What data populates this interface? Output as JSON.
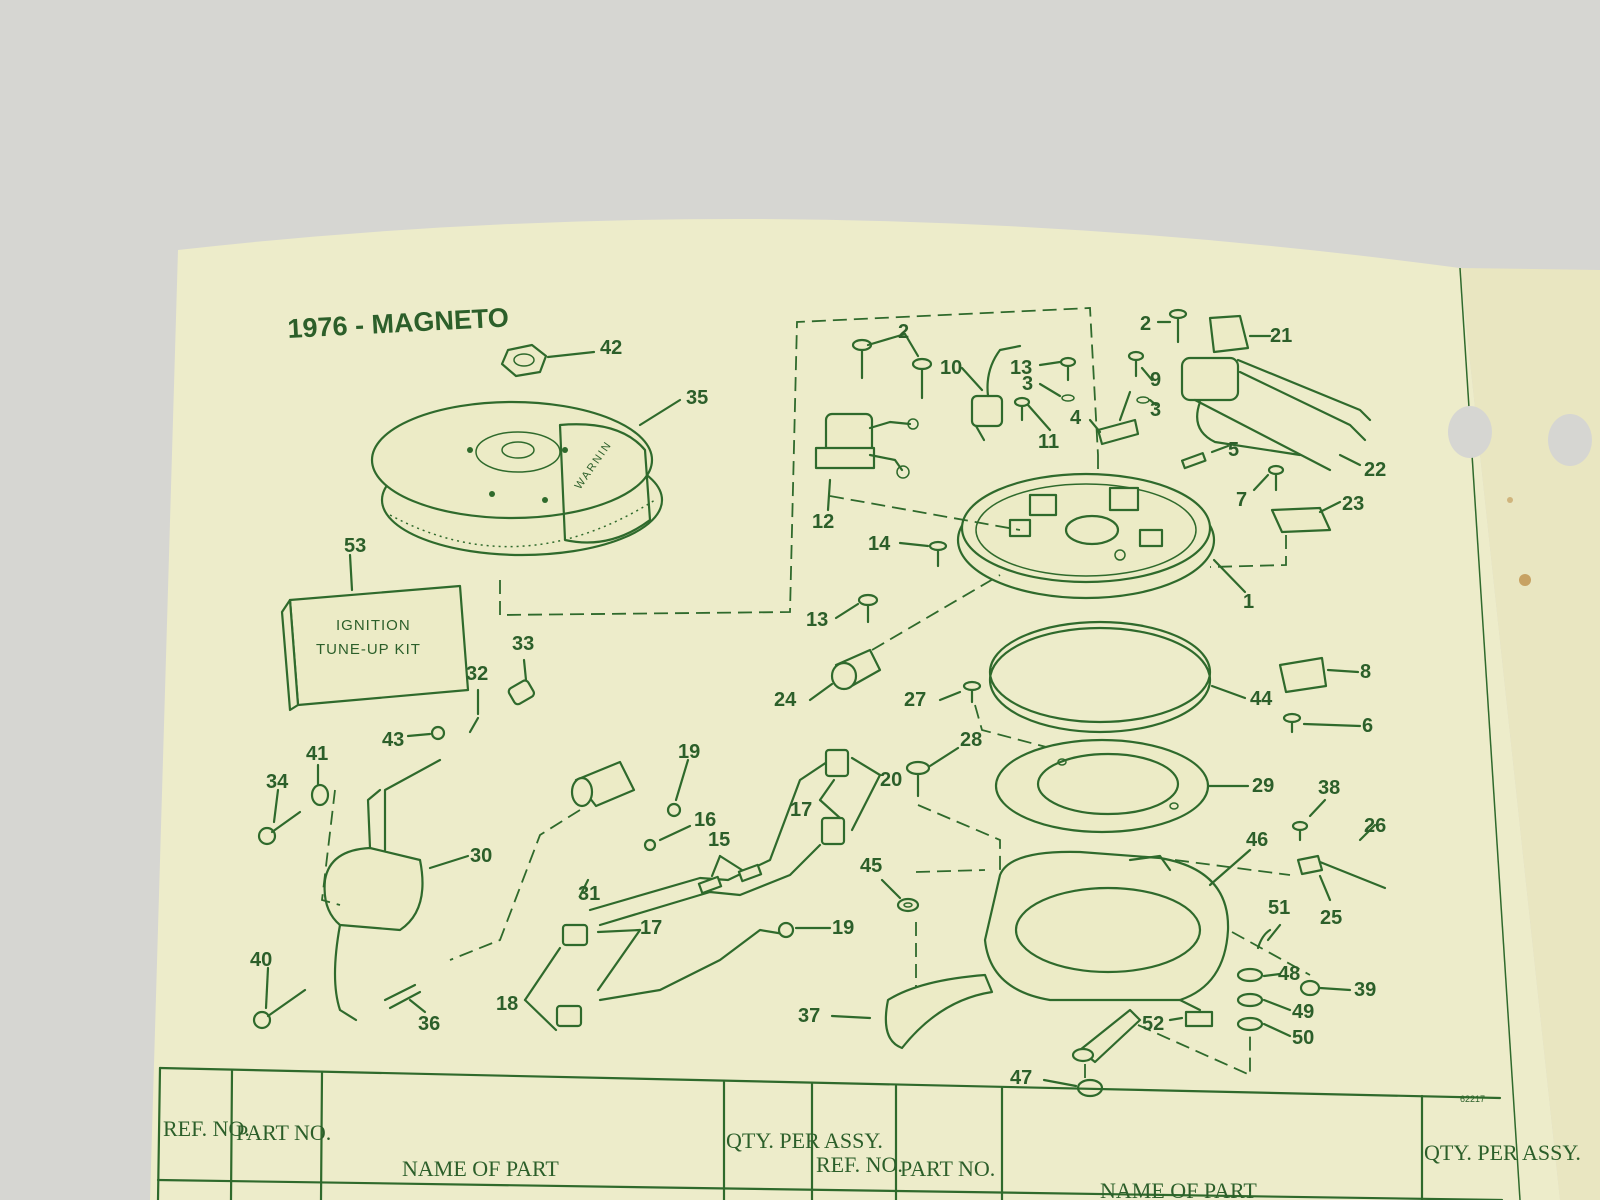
{
  "page": {
    "title": "1976 - MAGNETO",
    "drawing_number": "62217",
    "colors": {
      "paper": "#edecca",
      "ink": "#2f6a2c",
      "background": "#d6d6d2"
    }
  },
  "kit_box": {
    "line1": "IGNITION",
    "line2": "TUNE-UP KIT"
  },
  "flywheel_label": "WARNIN",
  "callouts": [
    "1",
    "2",
    "2",
    "3",
    "3",
    "4",
    "5",
    "6",
    "7",
    "8",
    "9",
    "10",
    "11",
    "12",
    "13",
    "13",
    "14",
    "15",
    "16",
    "17",
    "17",
    "18",
    "19",
    "19",
    "20",
    "21",
    "22",
    "23",
    "24",
    "25",
    "26",
    "27",
    "28",
    "29",
    "30",
    "31",
    "32",
    "33",
    "34",
    "35",
    "36",
    "37",
    "38",
    "39",
    "40",
    "41",
    "42",
    "43",
    "44",
    "45",
    "46",
    "47",
    "48",
    "49",
    "50",
    "51",
    "52",
    "53"
  ],
  "table": {
    "columns_left": [
      "REF. NO.",
      "PART NO.",
      "NAME OF PART",
      "QTY. PER ASSY."
    ],
    "columns_right": [
      "REF. NO.",
      "PART NO.",
      "NAME OF PART",
      "QTY. PER ASSY."
    ]
  }
}
